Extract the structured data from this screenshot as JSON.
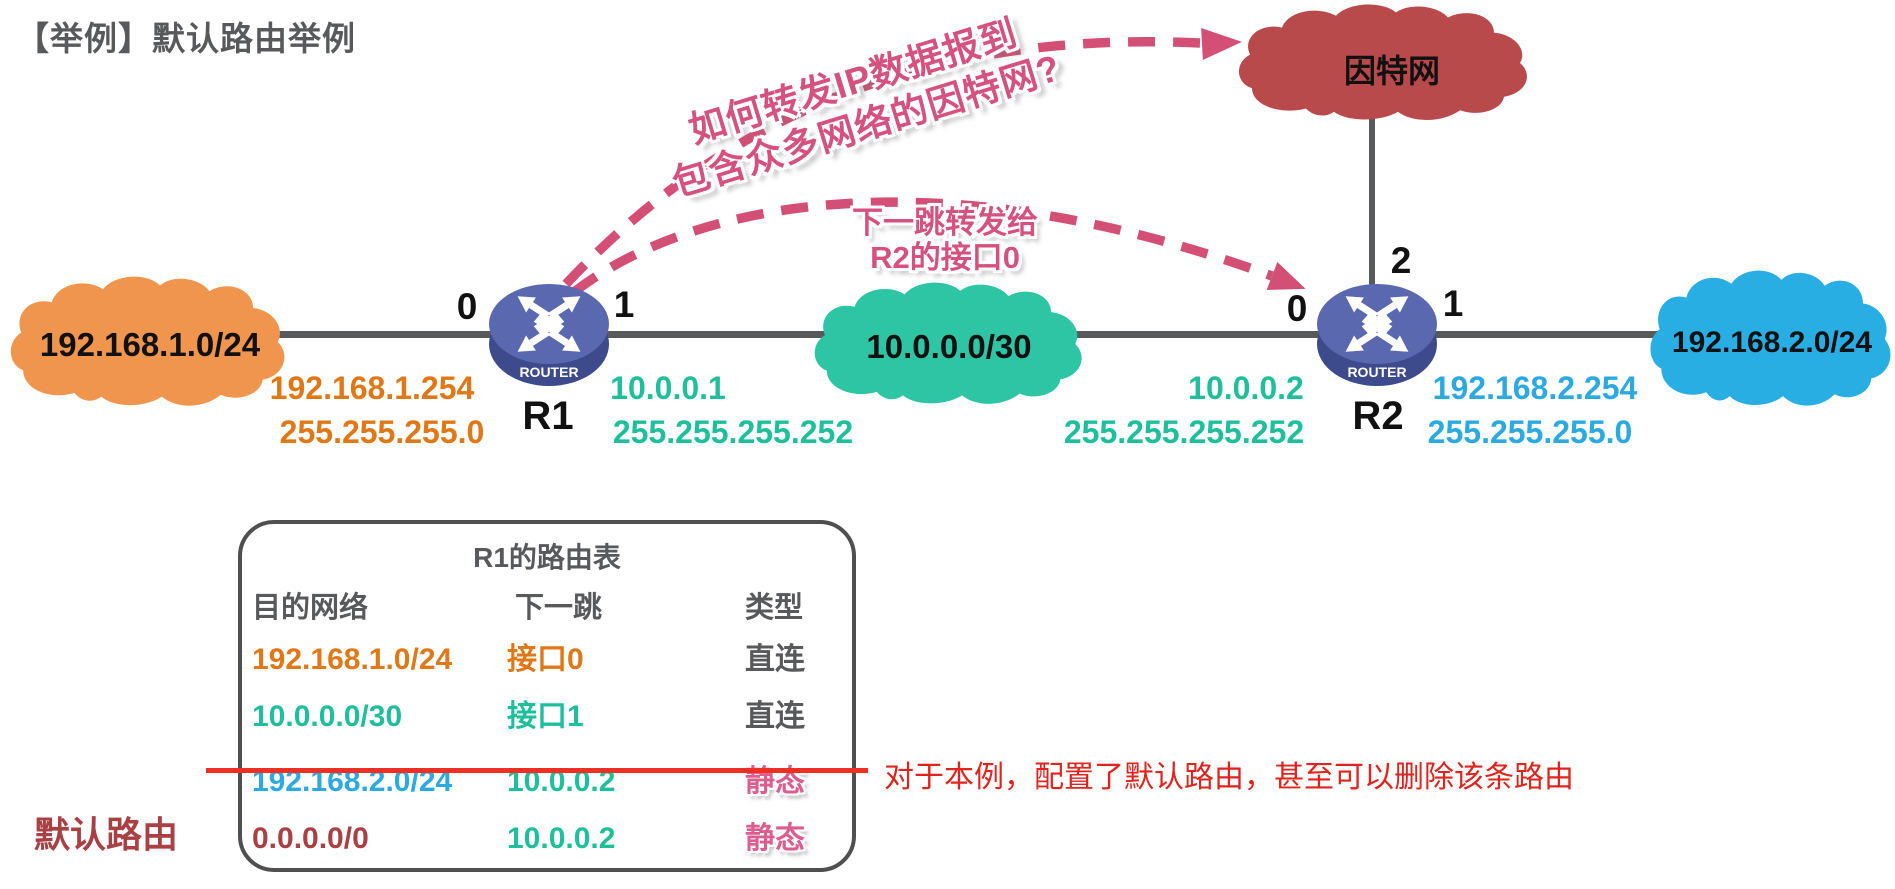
{
  "title": "【举例】默认路由举例",
  "annotations": {
    "question_line1": "如何转发IP数据报到",
    "question_line2": "包含众多网络的因特网?",
    "nexthop_line1": "下一跳转发给",
    "nexthop_line2": "R2的接口0",
    "strike_note": "对于本例，配置了默认路由，甚至可以删除该条路由",
    "default_route_label": "默认路由"
  },
  "clouds": {
    "lan1": {
      "label": "192.168.1.0/24"
    },
    "wan": {
      "label": "10.0.0.0/30"
    },
    "lan2": {
      "label": "192.168.2.0/24"
    },
    "internet": {
      "label": "因特网"
    }
  },
  "routers": {
    "r1": {
      "name": "R1",
      "badge": "ROUTER",
      "if0": "0",
      "if1": "1",
      "if0_ip": "192.168.1.254",
      "if0_mask": "255.255.255.0",
      "if1_ip": "10.0.0.1",
      "if1_mask": "255.255.255.252"
    },
    "r2": {
      "name": "R2",
      "badge": "ROUTER",
      "if0": "0",
      "if1": "1",
      "if2": "2",
      "if0_ip": "10.0.0.2",
      "if0_mask": "255.255.255.252",
      "if1_ip": "192.168.2.254",
      "if1_mask": "255.255.255.0"
    }
  },
  "routing_table": {
    "title": "R1的路由表",
    "headers": [
      "目的网络",
      "下一跳",
      "类型"
    ],
    "rows": [
      {
        "dest": "192.168.1.0/24",
        "next": "接口0",
        "type": "直连"
      },
      {
        "dest": "10.0.0.0/30",
        "next": "接口1",
        "type": "直连"
      },
      {
        "dest": "192.168.2.0/24",
        "next": "10.0.0.2",
        "type": "静态",
        "struck": "true"
      },
      {
        "dest": "0.0.0.0/0",
        "next": "10.0.0.2",
        "type": "静态"
      }
    ]
  },
  "colors": {
    "orange_text": "#E07818",
    "orange_cloud": "#F0954E",
    "teal_text": "#1FBF9C",
    "teal_cloud": "#2EC5A5",
    "blue_text": "#2BA9E0",
    "blue_cloud": "#29AEE4",
    "internet_cloud": "#B84A4C",
    "pink": "#D5517E",
    "pink_arrow": "#D34F76",
    "static_pink": "#DB5E8E",
    "dark_red": "#A84044",
    "gray_text": "#58595B",
    "line_gray": "#58595B",
    "red": "#E0231C",
    "strike_red": "#ED2F24",
    "router_top": "#5A68B0",
    "router_bottom": "#3D4A8B"
  }
}
